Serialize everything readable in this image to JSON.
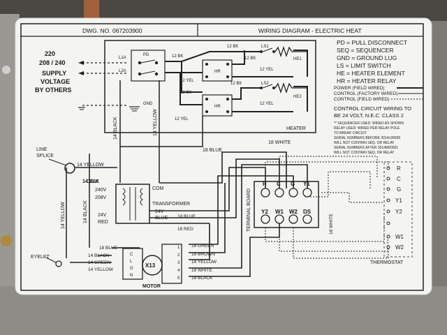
{
  "header": {
    "dwg_no": "DWG. NO. 067203900",
    "title": "WIRING DIAGRAM - ELECTRIC HEAT"
  },
  "legend": [
    "PD = PULL DISCONNECT",
    "SEQ = SEQUENCER",
    "GND = GROUND LUG",
    "LS = LIMIT SWITCH",
    "HE = HEATER ELEMENT",
    "HR = HEATER RELAY"
  ],
  "wiring_key": [
    "POWER (FIELD WIRED)",
    "CONTROL (FACTORY WIRED)",
    "CONTROL (FIELD WIRED)"
  ],
  "control_note": [
    "CONTROL CIRCUIT WIRING TO",
    "BE 24 VOLT, N.E.C. CLASS 2"
  ],
  "sequencer_note": [
    "** SEQUENCER USED: WIRED AS SHOWN",
    "RELAY USED: WIRED PER RELAY POLE",
    "TO BREAK CIRCUIT",
    "SERIAL NUMBERS BEFORE 3014L99999",
    "WILL NOT CONTAIN SEQ. OR RELAY",
    "SERIAL NUMBERS AFTER 3014M00001",
    "WILL NOT CONTAIN SEQ. OR RELAY"
  ],
  "supply": {
    "voltage_top": "220",
    "voltage": "208 / 240",
    "label": [
      "SUPPLY",
      "VOLTAGE",
      "BY OTHERS"
    ]
  },
  "heater": {
    "label": "HEATER",
    "pd": "PD",
    "l1a": "L1A",
    "l2a": "L2A",
    "gnd": "GND",
    "hr": "HR",
    "ls1": "LS1",
    "ls2": "LS2",
    "he1": "HE1",
    "he2": "HE2",
    "wire_12bk": "12 BK",
    "wire_12yel": "12 YEL"
  },
  "wires": {
    "black14": "14 BLACK",
    "yellow14": "14 YELLOW",
    "blue18": "18 BLUE",
    "white18": "18 WHITE",
    "red18": "18 RED",
    "blk14": "14 BLK",
    "green18": "18 GREEN",
    "brown18": "18 BROWN",
    "yellow18": "18 YELLOW",
    "black18": "18 BLACK",
    "green14": "14 GREEN"
  },
  "line_splice": [
    "LINE",
    "SPLICE"
  ],
  "eyelet": "EYELET",
  "transformer": {
    "label": "TRANSFORMER",
    "com": "COM",
    "v240": "240V",
    "v208": "208V",
    "v24": "24V",
    "red": "RED",
    "v24b": "24V",
    "blue": "BLUE"
  },
  "terminal_board": {
    "label": "TERMINAL BOARD",
    "top": [
      "R",
      "C",
      "G",
      "Y1"
    ],
    "bottom": [
      "Y2",
      "W1",
      "W2",
      "DS"
    ]
  },
  "thermostat": {
    "label": "THERMOSTAT",
    "terminals": [
      "R",
      "C",
      "G",
      "Y1",
      "Y2",
      "",
      "W1",
      "W2"
    ]
  },
  "motor": {
    "label": "MOTOR",
    "model": "X13",
    "plug_letters": [
      "C",
      "L",
      "G",
      "N"
    ],
    "pins": [
      "1",
      "2",
      "3",
      "4",
      "5"
    ]
  },
  "colors": {
    "label_bg": "#f4f4f2",
    "ink": "#1a1a1a",
    "metal": "#8a8884"
  }
}
